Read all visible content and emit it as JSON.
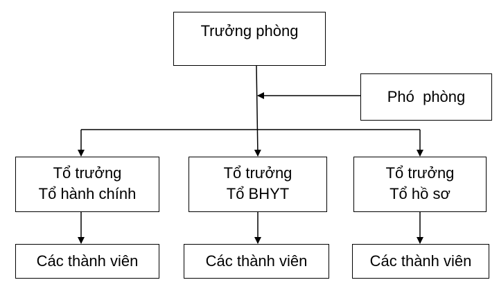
{
  "diagram": {
    "head": {
      "label": "Trưởng phòng"
    },
    "deputy": {
      "label": "Phó  phòng"
    },
    "teams": [
      {
        "leader": "Tổ trưởng",
        "team": "Tổ hành chính",
        "members": "Các thành viên"
      },
      {
        "leader": "Tổ trưởng",
        "team": "Tổ BHYT",
        "members": "Các thành viên"
      },
      {
        "leader": "Tổ trưởng",
        "team": "Tổ hồ sơ",
        "members": "Các thành viên"
      }
    ]
  },
  "colors": {
    "stroke": "#000000",
    "fill": "#ffffff",
    "text": "#000000"
  }
}
